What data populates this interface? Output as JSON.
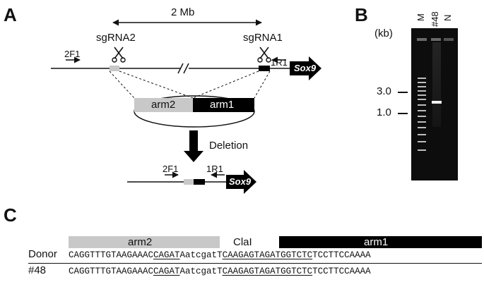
{
  "panel_a": {
    "letter": "A",
    "distance_label": "2 Mb",
    "sgrna2_label": "sgRNA2",
    "sgrna1_label": "sgRNA1",
    "primer_2f1": "2F1",
    "primer_1r1": "1R1",
    "gene_label": "Sox9",
    "arm2_label": "arm2",
    "arm1_label": "arm1",
    "deletion_label": "Deletion",
    "primer_2f1_after": "2F1",
    "primer_1r1_after": "1R1",
    "gene_label_after": "Sox9",
    "scissors_icon": "scissors-icon",
    "colors": {
      "arm2": "#c8c8c8",
      "arm1": "#000000"
    }
  },
  "panel_b": {
    "letter": "B",
    "unit_label": "(kb)",
    "lane_labels": [
      "M",
      "#48",
      "N"
    ],
    "marker_3": "3.0",
    "marker_1": "1.0"
  },
  "panel_c": {
    "letter": "C",
    "arm2_label": "arm2",
    "clai_label": "ClaI",
    "arm1_label": "arm1",
    "rows": [
      {
        "name": "Donor",
        "seq_a": "CAGGTTTGTAAGAAAC",
        "seq_b": "CAGAT",
        "seq_c": "Aatcgat",
        "seq_d": "T",
        "seq_e": "CAAGAGTAGATGGTCTC",
        "seq_f": "TCCTTCCAAAA"
      },
      {
        "name": "#48",
        "seq_a": "CAGGTTTGTAAGAAAC",
        "seq_b": "CAGAT",
        "seq_c": "Aatcgat",
        "seq_d": "T",
        "seq_e": "CAAGAGTAGATGGTCTC",
        "seq_f": "TCCTTCCAAAA"
      }
    ]
  }
}
